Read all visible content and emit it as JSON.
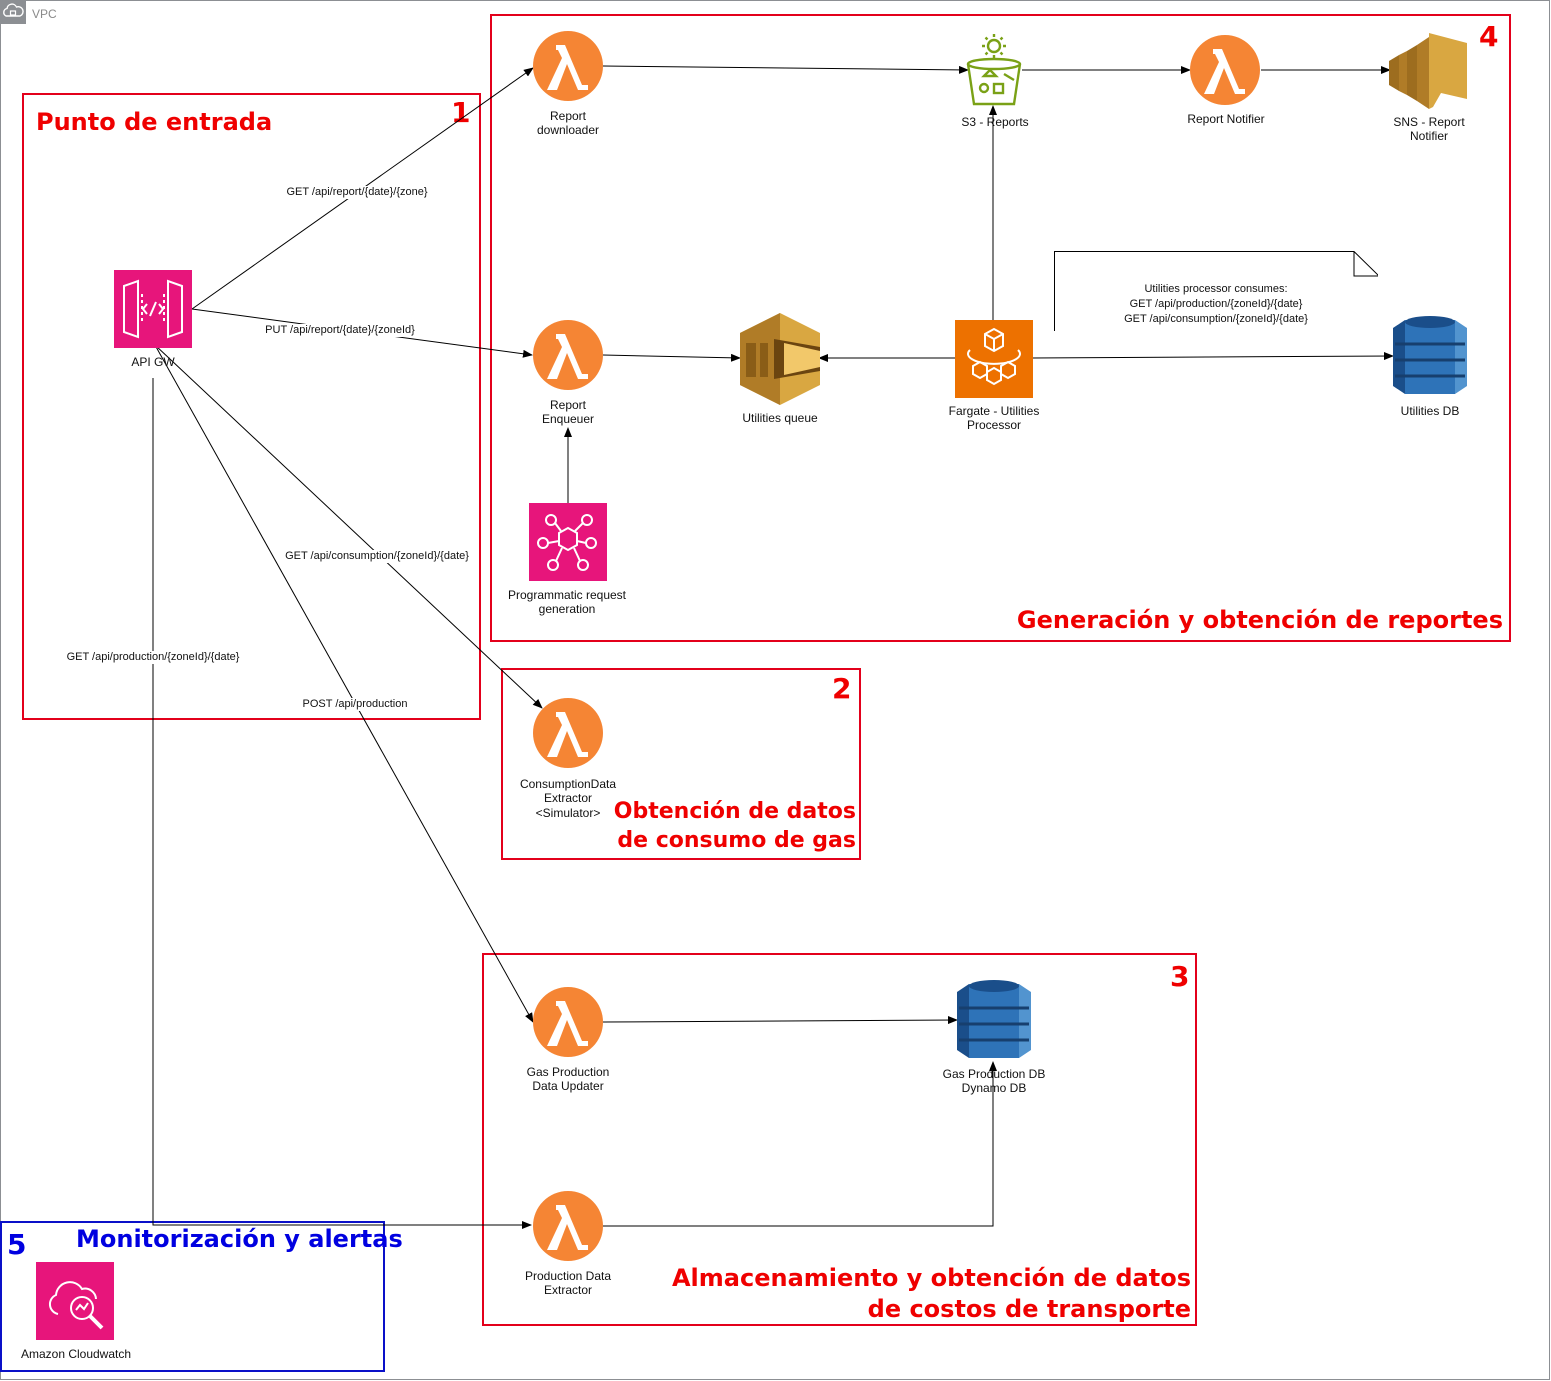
{
  "vpc": {
    "label": "VPC"
  },
  "zones": {
    "entry": {
      "number": "1",
      "title": "Punto de entrada"
    },
    "consumption": {
      "number": "2",
      "title_line1": "Obtención de datos",
      "title_line2": "de consumo de gas"
    },
    "storage": {
      "number": "3",
      "title_line1": "Almacenamiento y obtención de datos",
      "title_line2": "de costos de transporte"
    },
    "reports": {
      "number": "4",
      "title": "Generación y obtención de reportes"
    },
    "monitoring": {
      "number": "5",
      "title": "Monitorización y alertas"
    }
  },
  "nodes": {
    "api_gw": "API GW",
    "report_downloader": [
      "Report",
      "downloader"
    ],
    "s3_reports": "S3 - Reports",
    "report_notifier": "Report Notifier",
    "sns": [
      "SNS - Report",
      "Notifier"
    ],
    "report_enqueuer": [
      "Report",
      "Enqueuer"
    ],
    "utilities_queue": "Utilities queue",
    "fargate": [
      "Fargate - Utilities",
      "Processor"
    ],
    "utilities_db": "Utilities DB",
    "programmatic": [
      "Programmatic request",
      "generation"
    ],
    "consumption_extractor": [
      "ConsumptionData",
      "Extractor",
      "<Simulator>"
    ],
    "gas_updater": [
      "Gas Production",
      "Data Updater"
    ],
    "gas_db": [
      "Gas Production DB",
      "Dynamo DB"
    ],
    "production_extractor": [
      "Production Data",
      "Extractor"
    ],
    "cloudwatch": "Amazon Cloudwatch"
  },
  "note": {
    "lines": [
      "Utilities processor consumes:",
      "GET /api/production/{zoneId}/{date}",
      "GET /api/consumption/{zoneId}/{date}"
    ]
  },
  "edges": {
    "get_report": "GET /api/report/{date}/{zone}",
    "put_report": "PUT /api/report/{date}/{zoneId}",
    "get_consumption": "GET /api/consumption/{zoneId}/{date}",
    "get_production": "GET /api/production/{zoneId}/{date}",
    "post_production": "POST /api/production"
  },
  "colors": {
    "zone_border": "#e3001b",
    "zone_title": "#ef0000",
    "monitoring": "#0a10c8",
    "lambda": "#f58534",
    "api_gw": "#e7157b",
    "fargate": "#ed7100",
    "s3": "#7aa116",
    "sqs_sns": "#d9a741",
    "dynamo": "#2e73b8"
  }
}
